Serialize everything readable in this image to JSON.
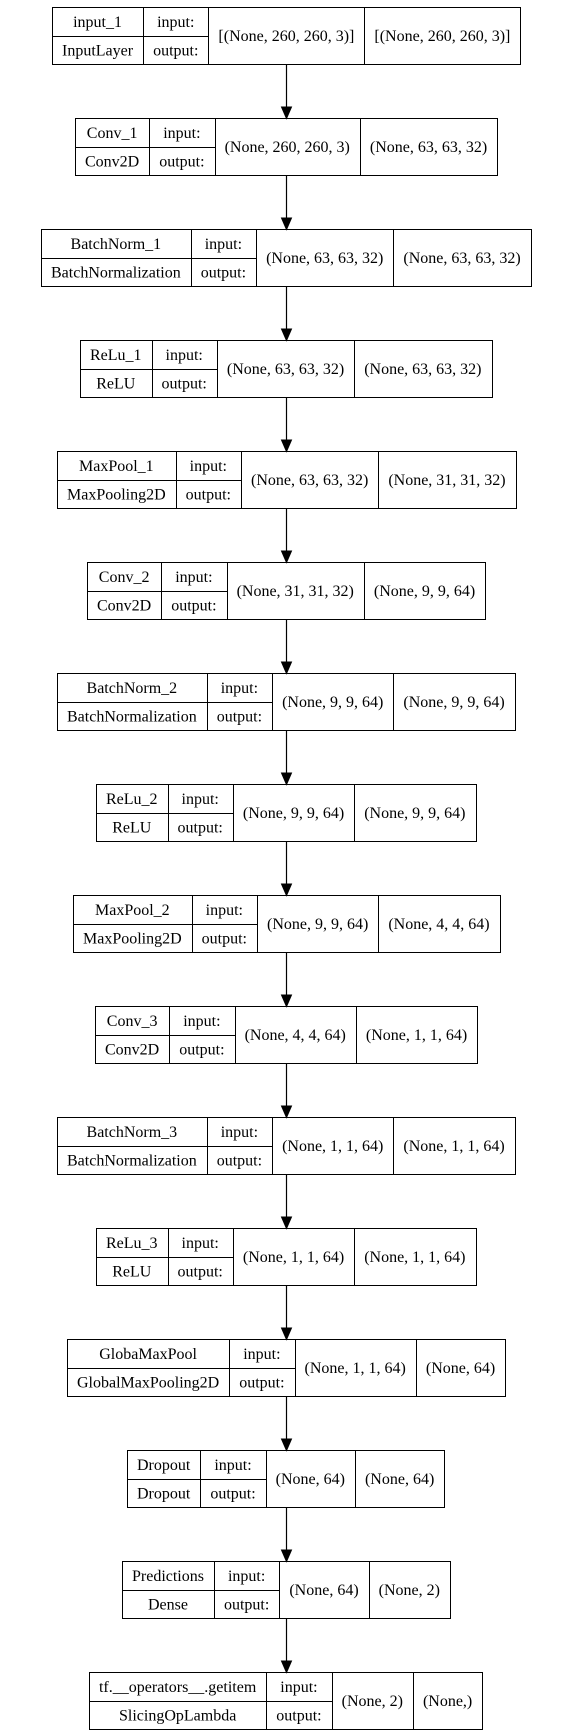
{
  "diagram": {
    "type": "model-plot",
    "layers": [
      {
        "name": "input_1",
        "class": "InputLayer",
        "in_label": "input:",
        "out_label": "output:",
        "in_shape": "[(None, 260, 260, 3)]",
        "out_shape": "[(None, 260, 260, 3)]"
      },
      {
        "name": "Conv_1",
        "class": "Conv2D",
        "in_label": "input:",
        "out_label": "output:",
        "in_shape": "(None, 260, 260, 3)",
        "out_shape": "(None, 63, 63, 32)"
      },
      {
        "name": "BatchNorm_1",
        "class": "BatchNormalization",
        "in_label": "input:",
        "out_label": "output:",
        "in_shape": "(None, 63, 63, 32)",
        "out_shape": "(None, 63, 63, 32)"
      },
      {
        "name": "ReLu_1",
        "class": "ReLU",
        "in_label": "input:",
        "out_label": "output:",
        "in_shape": "(None, 63, 63, 32)",
        "out_shape": "(None, 63, 63, 32)"
      },
      {
        "name": "MaxPool_1",
        "class": "MaxPooling2D",
        "in_label": "input:",
        "out_label": "output:",
        "in_shape": "(None, 63, 63, 32)",
        "out_shape": "(None, 31, 31, 32)"
      },
      {
        "name": "Conv_2",
        "class": "Conv2D",
        "in_label": "input:",
        "out_label": "output:",
        "in_shape": "(None, 31, 31, 32)",
        "out_shape": "(None, 9, 9, 64)"
      },
      {
        "name": "BatchNorm_2",
        "class": "BatchNormalization",
        "in_label": "input:",
        "out_label": "output:",
        "in_shape": "(None, 9, 9, 64)",
        "out_shape": "(None, 9, 9, 64)"
      },
      {
        "name": "ReLu_2",
        "class": "ReLU",
        "in_label": "input:",
        "out_label": "output:",
        "in_shape": "(None, 9, 9, 64)",
        "out_shape": "(None, 9, 9, 64)"
      },
      {
        "name": "MaxPool_2",
        "class": "MaxPooling2D",
        "in_label": "input:",
        "out_label": "output:",
        "in_shape": "(None, 9, 9, 64)",
        "out_shape": "(None, 4, 4, 64)"
      },
      {
        "name": "Conv_3",
        "class": "Conv2D",
        "in_label": "input:",
        "out_label": "output:",
        "in_shape": "(None, 4, 4, 64)",
        "out_shape": "(None, 1, 1, 64)"
      },
      {
        "name": "BatchNorm_3",
        "class": "BatchNormalization",
        "in_label": "input:",
        "out_label": "output:",
        "in_shape": "(None, 1, 1, 64)",
        "out_shape": "(None, 1, 1, 64)"
      },
      {
        "name": "ReLu_3",
        "class": "ReLU",
        "in_label": "input:",
        "out_label": "output:",
        "in_shape": "(None, 1, 1, 64)",
        "out_shape": "(None, 1, 1, 64)"
      },
      {
        "name": "GlobaMaxPool",
        "class": "GlobalMaxPooling2D",
        "in_label": "input:",
        "out_label": "output:",
        "in_shape": "(None, 1, 1, 64)",
        "out_shape": "(None, 64)"
      },
      {
        "name": "Dropout",
        "class": "Dropout",
        "in_label": "input:",
        "out_label": "output:",
        "in_shape": "(None, 64)",
        "out_shape": "(None, 64)"
      },
      {
        "name": "Predictions",
        "class": "Dense",
        "in_label": "input:",
        "out_label": "output:",
        "in_shape": "(None, 64)",
        "out_shape": "(None, 2)"
      },
      {
        "name": "tf.__operators__.getitem",
        "class": "SlicingOpLambda",
        "in_label": "input:",
        "out_label": "output:",
        "in_shape": "(None, 2)",
        "out_shape": "(None,)"
      }
    ],
    "colors": {
      "stroke": "#000000",
      "fill": "#ffffff",
      "text": "#000000"
    }
  }
}
